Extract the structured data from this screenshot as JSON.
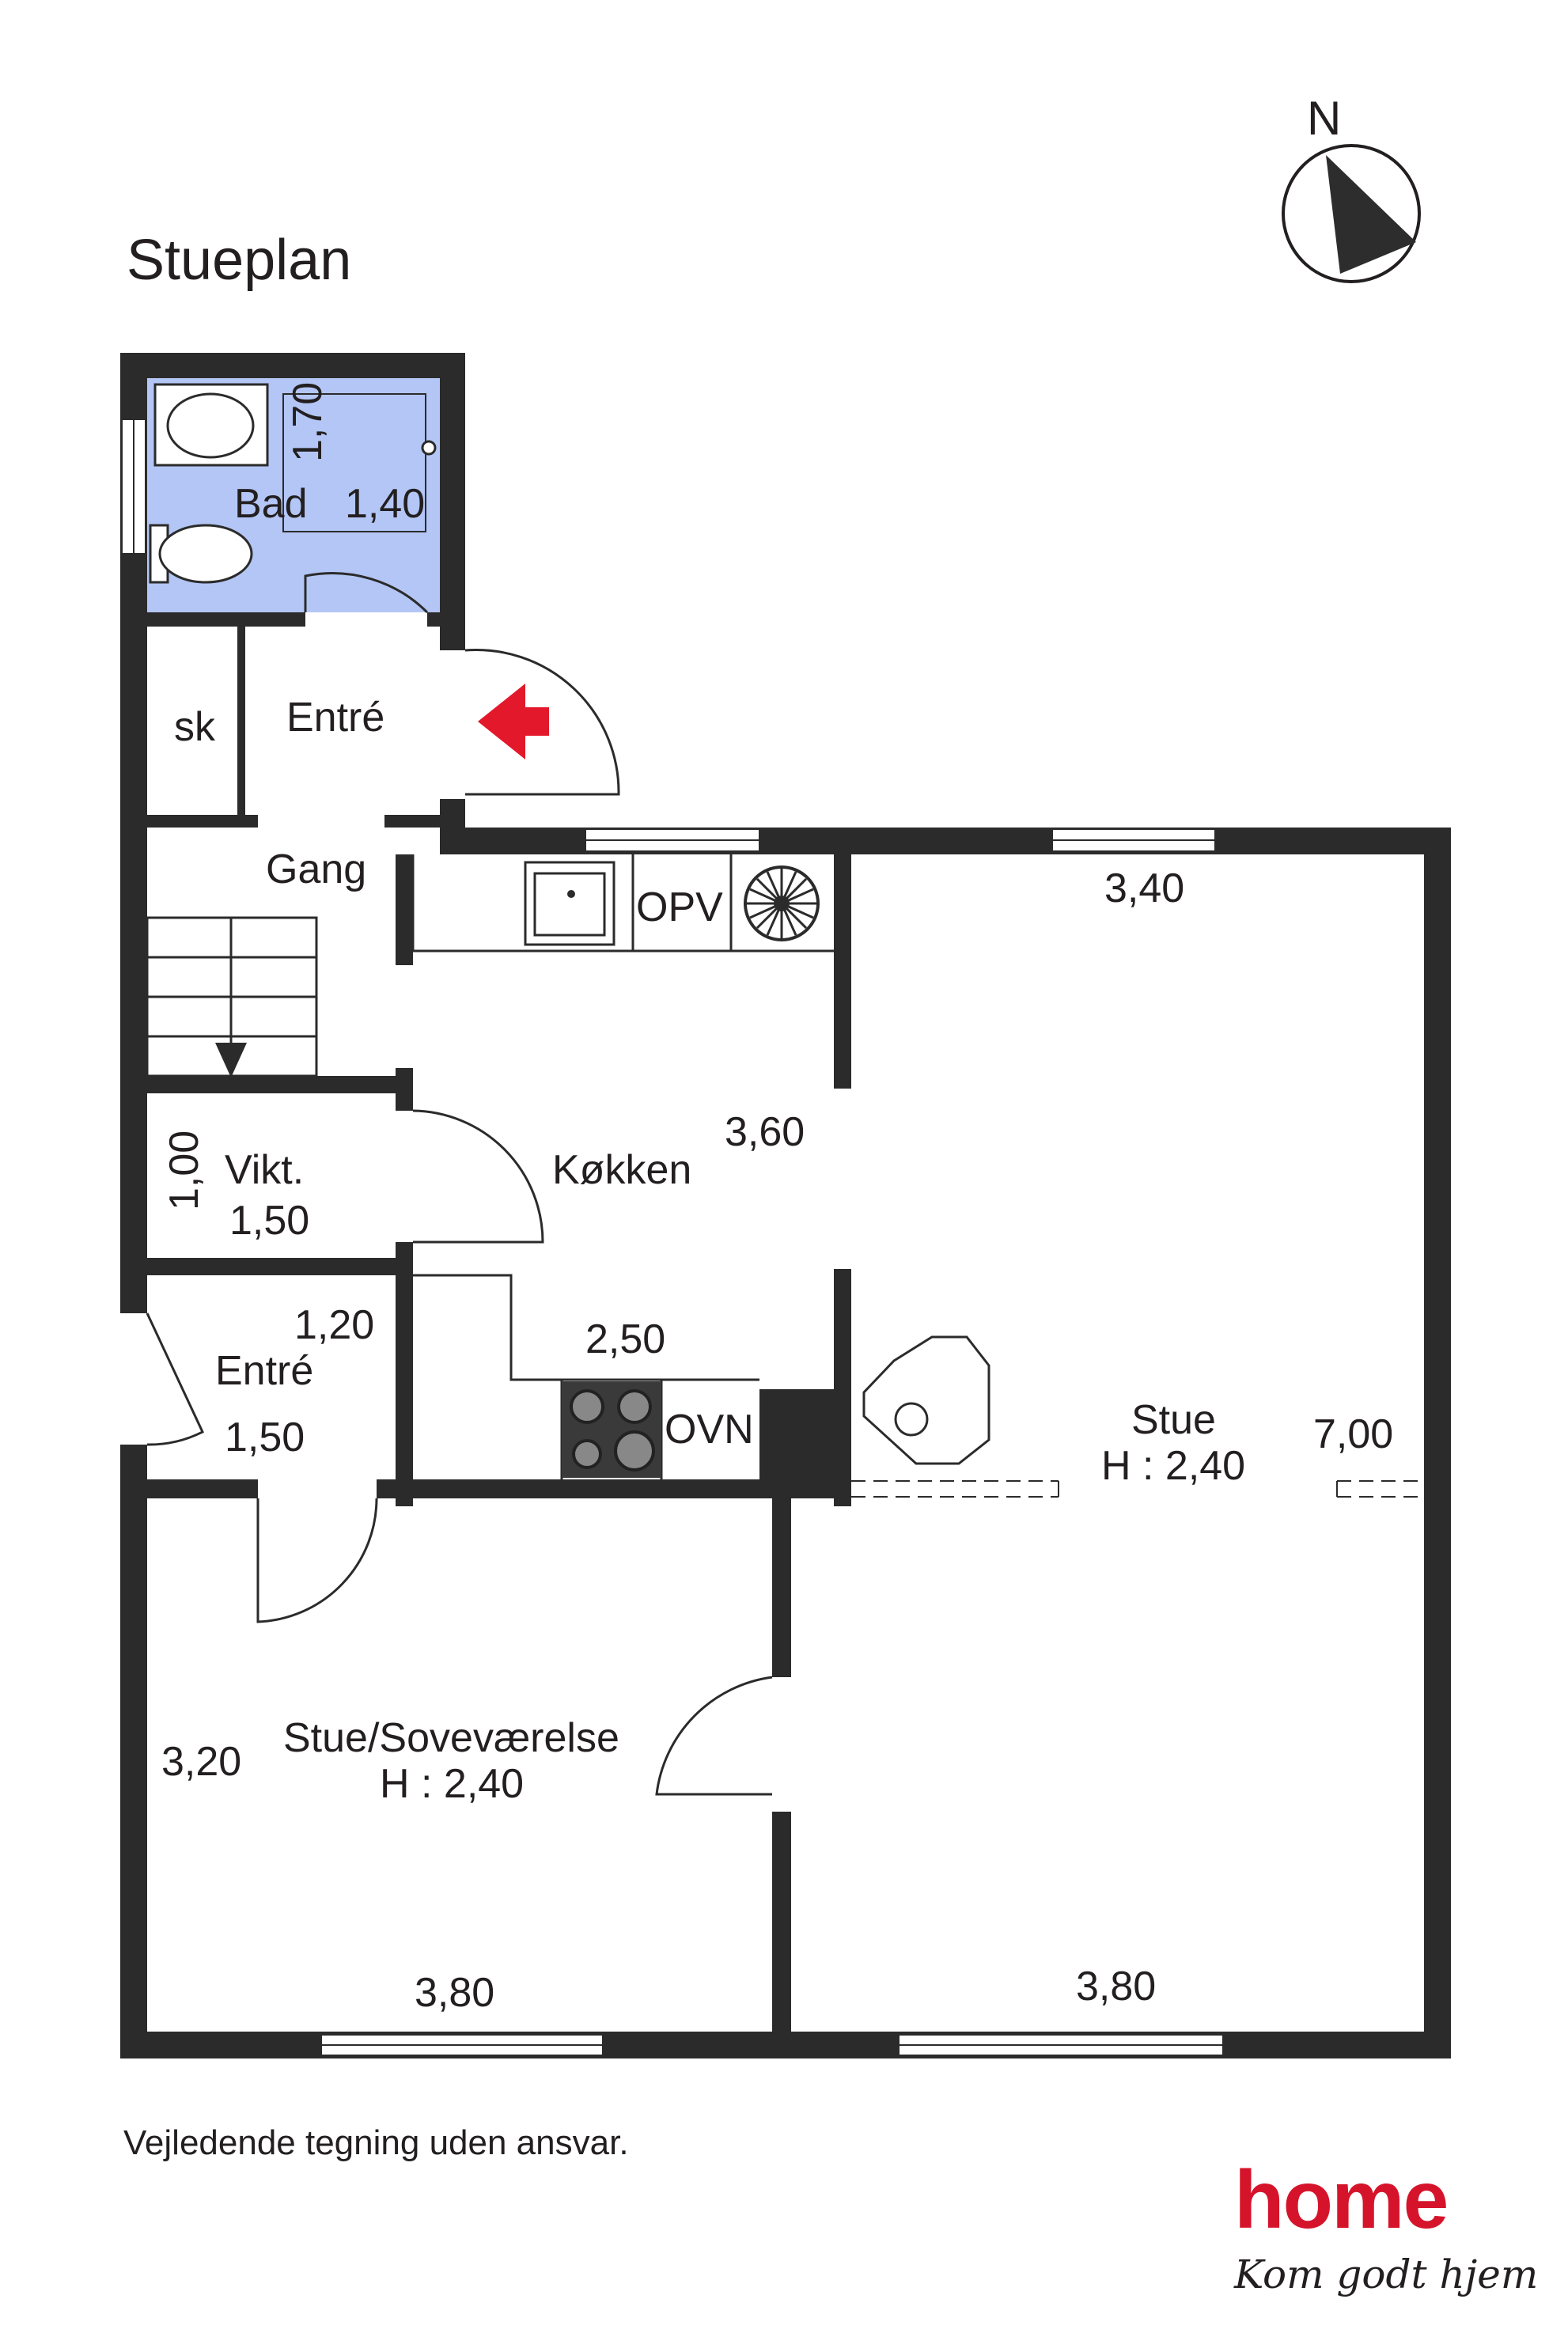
{
  "title": "Stueplan",
  "compass": {
    "north_label": "N"
  },
  "rooms": {
    "bad": {
      "name": "Bad",
      "dim_a": "1,70",
      "dim_b": "1,40",
      "fill_color": "#b3c6f5"
    },
    "sk": {
      "name": "sk"
    },
    "entre_top": {
      "name": "Entré"
    },
    "gang": {
      "name": "Gang"
    },
    "kitchen": {
      "name": "Køkken",
      "dim_a": "3,60",
      "dim_b": "2,50",
      "opv": "OPV",
      "ovn": "OVN"
    },
    "vikt": {
      "name": "Vikt.",
      "dim_a": "1,00",
      "dim_b": "1,50"
    },
    "entre_side": {
      "name": "Entré",
      "dim_a": "1,20",
      "dim_b": "1,50"
    },
    "stue": {
      "name": "Stue",
      "height": "H : 2,40",
      "dim_top": "3,40",
      "dim_side": "7,00",
      "dim_bottom": "3,80"
    },
    "sovevaerelse": {
      "name": "Stue/Soveværelse",
      "height": "H : 2,40",
      "dim_side": "3,20",
      "dim_bottom": "3,80"
    }
  },
  "colors": {
    "wall": "#2b2b2b",
    "entry_arrow": "#e3192b",
    "brand": "#d5142b"
  },
  "footer": {
    "disclaimer": "Vejledende tegning uden ansvar.",
    "brand": "home",
    "tagline": "Kom godt hjem"
  }
}
